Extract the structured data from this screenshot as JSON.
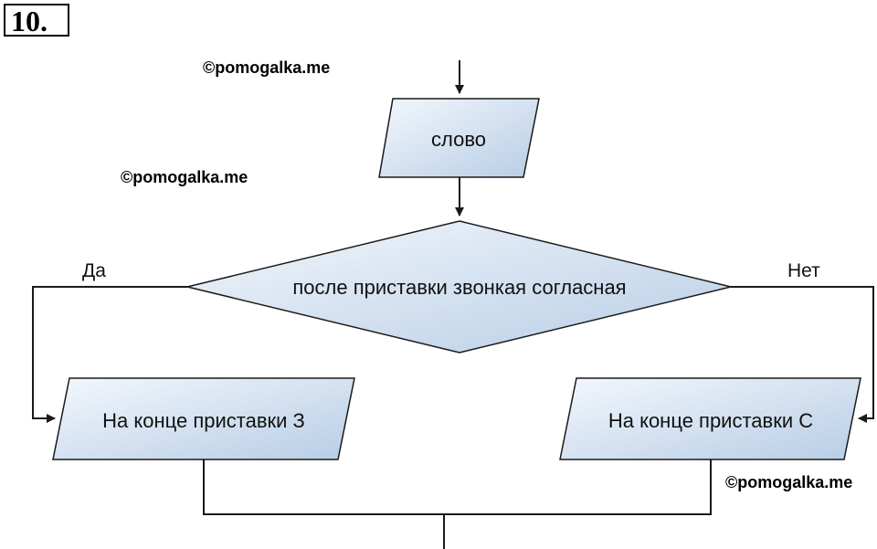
{
  "task_number": "10.",
  "watermarks": [
    "©pomogalka.me",
    "©pomogalka.me",
    "©pomogalka.me"
  ],
  "flowchart": {
    "input_label": "слово",
    "decision_label": "после приставки звонкая согласная",
    "yes_label": "Да",
    "no_label": "Нет",
    "yes_output": "На конце приставки З",
    "no_output": "На конце приставки С"
  },
  "colors": {
    "shape_fill_light": "#f3f7fc",
    "shape_fill_dark": "#b7cde6",
    "stroke": "#1a1a1a"
  }
}
